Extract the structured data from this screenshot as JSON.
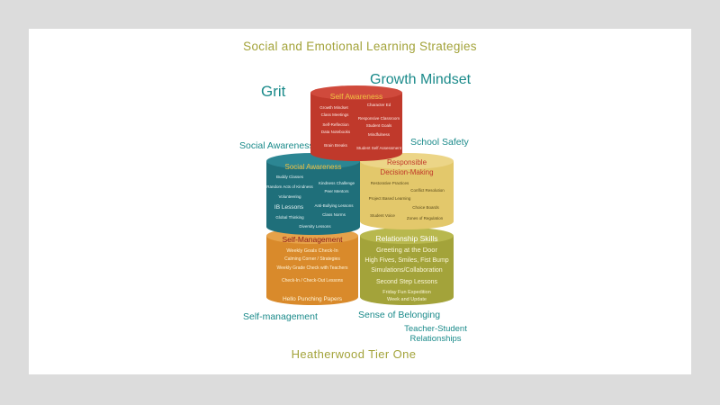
{
  "title": "Social and Emotional Learning Strategies",
  "footer": "Heatherwood Tier One",
  "keywords": {
    "grit": "Grit",
    "growth_mindset": "Growth Mindset",
    "social_awareness": "Social Awareness",
    "school_safety": "School Safety",
    "self_management": "Self-management",
    "sense_of_belonging": "Sense of Belonging",
    "teacher_student_1": "Teacher-Student",
    "teacher_student_2": "Relationships"
  },
  "cylinders": {
    "self_awareness": {
      "title": "Self Awareness",
      "items": [
        "Growth Mindset",
        "Character Ed",
        "Class Meetings",
        "Responsive Classroom",
        "Self-Reflection",
        "Student Goals",
        "Data Notebooks",
        "Mindfulness",
        "Brain Breaks",
        "Student Self Assessment"
      ],
      "color": "#c0392b"
    },
    "social_awareness": {
      "title": "Social Awareness",
      "items": [
        "Buddy Classes",
        "Kindness Challenge",
        "Random Acts of Kindness",
        "Peer Mentors",
        "Volunteering",
        "IB Lessons",
        "Anti-Bullying Lessons",
        "Global Thinking",
        "Class Norms",
        "Diversity Lessons"
      ],
      "color": "#1f6f7a"
    },
    "responsible_decision": {
      "title_1": "Responsible",
      "title_2": "Decision-Making",
      "items": [
        "Restorative Practices",
        "Conflict Resolution",
        "Project Based Learning",
        "Choice Boards",
        "Student Voice",
        "Zones of Regulation"
      ],
      "color": "#e3c86b"
    },
    "self_management": {
      "title": "Self-Management",
      "items": [
        "Weekly Goals Check-In",
        "Calming Corner / Strategies",
        "Weekly Grade Check with Teachers",
        "Check-In / Check-Out Lessons",
        "Hello Punching Papers"
      ],
      "color": "#d98a2b"
    },
    "relationship_skills": {
      "title": "Relationship Skills",
      "items": [
        "Greeting at the Door",
        "High Fives, Smiles, Fist Bump",
        "Simulations/Collaboration",
        "Second Step Lessons",
        "Friday Fun Expedition",
        "Week and Update"
      ],
      "color": "#a3a33a"
    }
  }
}
